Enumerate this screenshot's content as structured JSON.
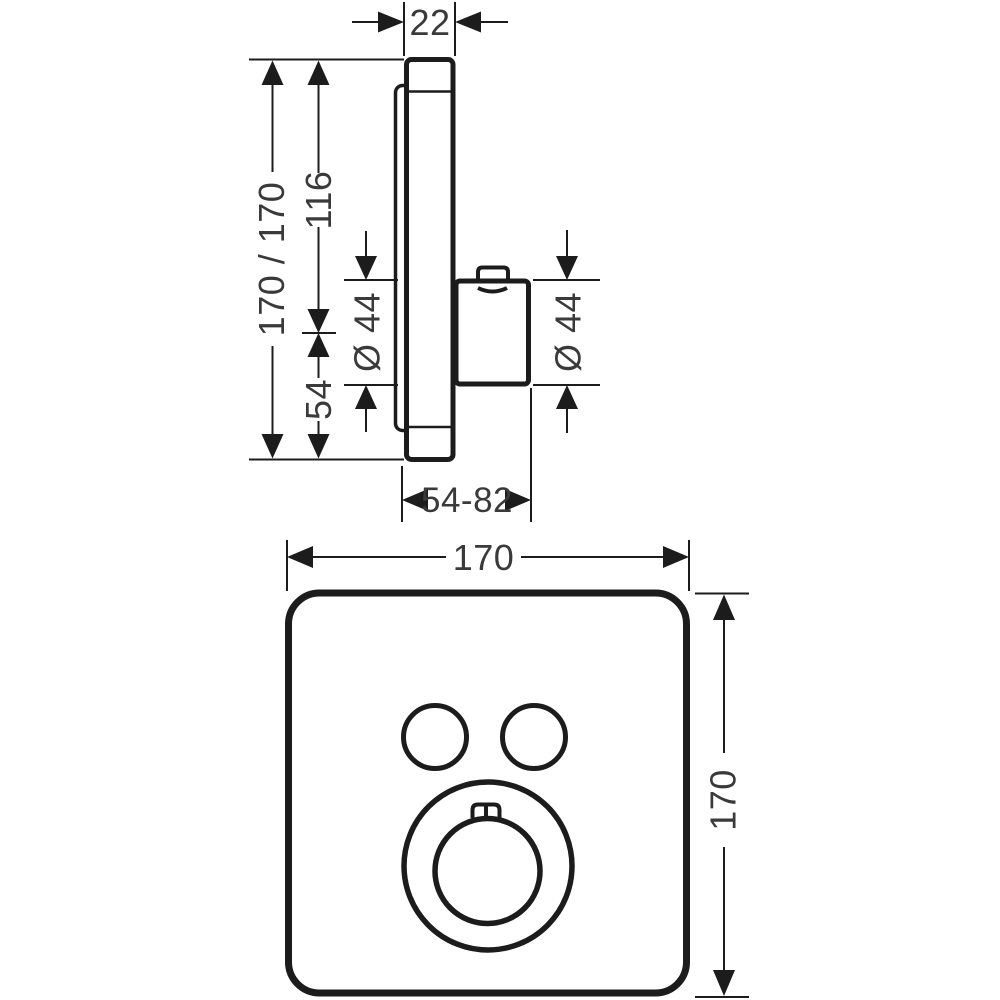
{
  "colors": {
    "background": "#ffffff",
    "line": "#1c1c1c",
    "dimension_text": "#3a3a3a"
  },
  "side_view": {
    "dim_depth": "22",
    "dim_total_height": "170 / 170",
    "dim_top_to_handle_center": "116",
    "dim_handle_center_to_bottom": "54",
    "dim_handle_diameter_left": "Ø 44",
    "dim_handle_diameter_right": "Ø 44",
    "dim_installation_depth": "54-82"
  },
  "front_view": {
    "dim_width": "170",
    "dim_height": "170"
  }
}
